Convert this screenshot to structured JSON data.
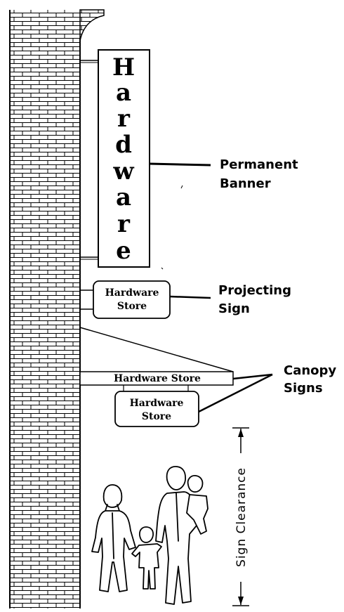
{
  "banner": {
    "letters": [
      "H",
      "a",
      "r",
      "d",
      "w",
      "a",
      "r",
      "e"
    ]
  },
  "projecting_sign": {
    "line1": "Hardware",
    "line2": "Store"
  },
  "canopy_strip": {
    "text": "Hardware Store"
  },
  "hanging_sign": {
    "line1": "Hardware",
    "line2": "Store"
  },
  "labels": {
    "banner_line1": "Permanent",
    "banner_line2": "Banner",
    "projecting_line1": "Projecting",
    "projecting_line2": "Sign",
    "canopy_line1": "Canopy",
    "canopy_line2": "Signs",
    "clearance": "Sign Clearance"
  }
}
